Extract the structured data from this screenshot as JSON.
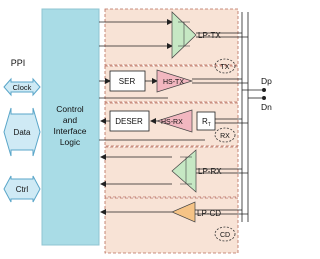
{
  "colors": {
    "control_fill": "#a9dce6",
    "control_stroke": "#8fc5d1",
    "dashed_region_fill": "#f8e3d6",
    "dashed_region_stroke": "#b86b5a",
    "box_fill": "#ffffff",
    "green_driver": "#c6e8c4",
    "pink_driver": "#f2b7c0",
    "orange_driver": "#f5c386",
    "arrow_fill": "#cfeaf5",
    "arrow_stroke": "#5aa6c9",
    "line": "#222222"
  },
  "labels": {
    "ppi": "PPI",
    "control_line1": "Control",
    "control_line2": "and",
    "control_line3": "Interface",
    "control_line4": "Logic",
    "clock": "Clock",
    "data": "Data",
    "ctrl": "Ctrl",
    "lp_tx": "LP-TX",
    "ser": "SER",
    "hs_tx": "HS-TX",
    "tx": "TX",
    "deser": "DESER",
    "hs_rx": "HS-RX",
    "rt_main": "R",
    "rt_sub": "T",
    "rx": "RX",
    "lp_rx": "LP-RX",
    "lp_cd": "LP-CD",
    "cd": "CD",
    "dp": "Dp",
    "dn": "Dn"
  }
}
